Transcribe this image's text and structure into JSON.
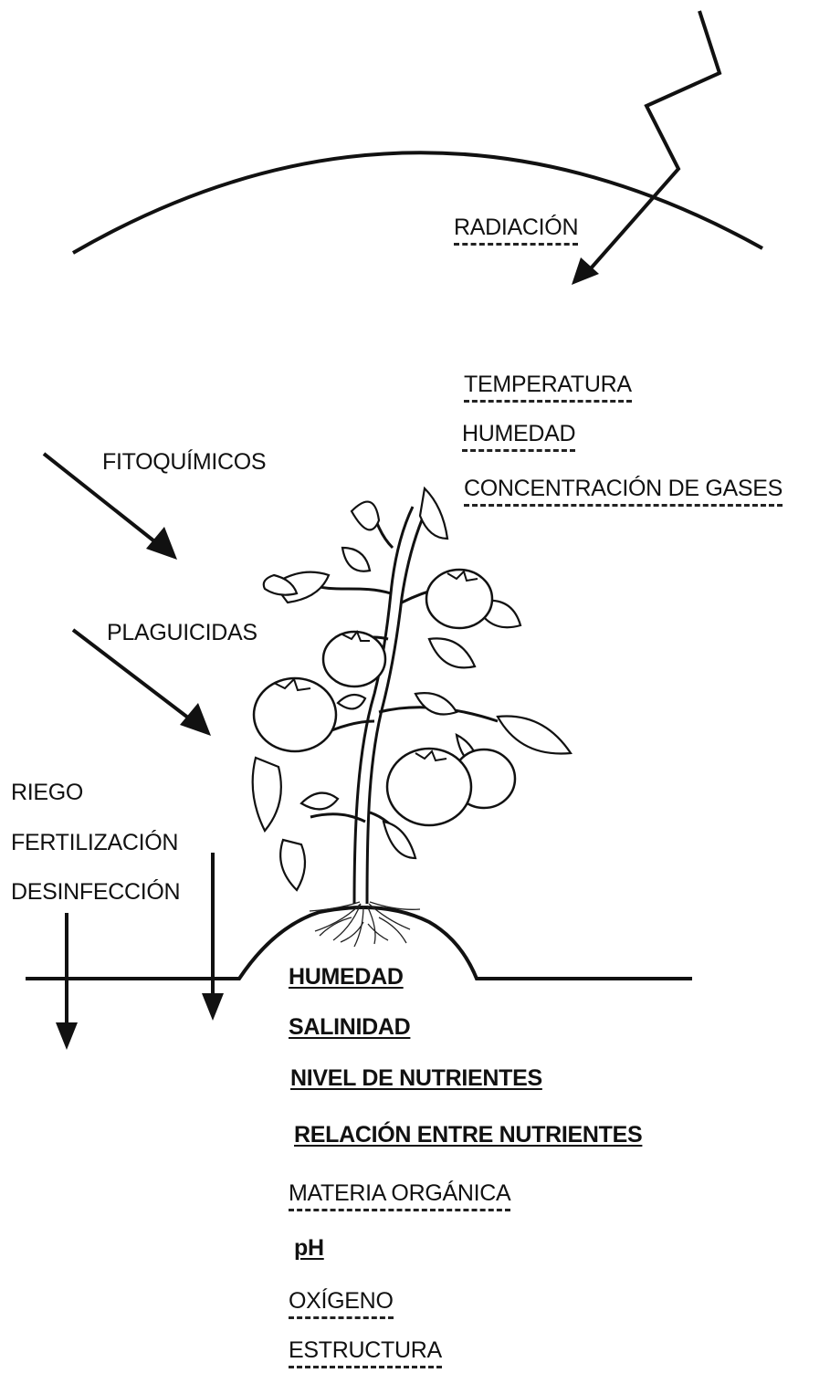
{
  "atmosphere": {
    "radiation": "RADIACIÓN"
  },
  "air_factors": [
    "TEMPERATURA",
    "HUMEDAD",
    "CONCENTRACIÓN DE GASES"
  ],
  "inputs": {
    "phytochemicals": "FITOQUÍMICOS",
    "pesticides": "PLAGUICIDAS"
  },
  "management": [
    "RIEGO",
    "FERTILIZACIÓN",
    "DESINFECCIÓN"
  ],
  "soil_factors": {
    "humidity": "HUMEDAD",
    "salinity": "SALINIDAD",
    "nutrient_level": "NIVEL DE NUTRIENTES",
    "nutrient_ratio": "RELACIÓN ENTRE NUTRIENTES",
    "organic_matter": "MATERIA ORGÁNICA",
    "ph": "pH",
    "oxygen": "OXÍGENO",
    "structure": "ESTRUCTURA"
  }
}
